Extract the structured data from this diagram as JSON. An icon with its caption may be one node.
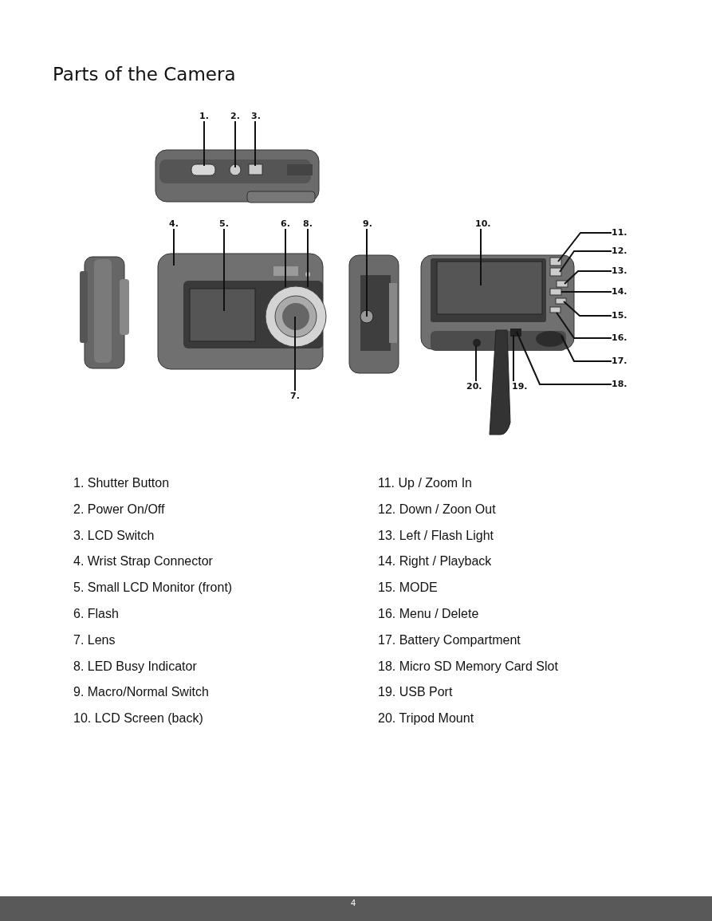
{
  "diagram": {
    "title": "Parts of the Camera",
    "nodes": [
      {
        "text": [
          "1."
        ]
      },
      {
        "text": [
          "2."
        ]
      },
      {
        "text": [
          "3."
        ]
      },
      {
        "text": [
          "4."
        ]
      },
      {
        "text": [
          "5."
        ]
      },
      {
        "text": [
          "6."
        ]
      },
      {
        "text": [
          "7."
        ]
      },
      {
        "text": [
          "8."
        ]
      },
      {
        "text": [
          "9."
        ]
      },
      {
        "text": [
          "10."
        ]
      },
      {
        "text": [
          "11."
        ]
      },
      {
        "text": [
          "12."
        ]
      },
      {
        "text": [
          "13."
        ]
      },
      {
        "text": [
          "14."
        ]
      },
      {
        "text": [
          "15."
        ]
      },
      {
        "text": [
          "16."
        ]
      },
      {
        "text": [
          "17."
        ]
      },
      {
        "text": [
          "18."
        ]
      },
      {
        "text": [
          "19."
        ]
      },
      {
        "text": [
          "20."
        ]
      }
    ],
    "edges": [
      {
        "from": 0,
        "to": null,
        "arrow": "none"
      },
      {
        "from": 1,
        "to": null,
        "arrow": "none"
      },
      {
        "from": 2,
        "to": null,
        "arrow": "none"
      },
      {
        "from": 3,
        "to": null,
        "arrow": "none"
      },
      {
        "from": 4,
        "to": null,
        "arrow": "none"
      },
      {
        "from": 5,
        "to": null,
        "arrow": "none"
      },
      {
        "from": 6,
        "to": null,
        "arrow": "none"
      },
      {
        "from": 7,
        "to": null,
        "arrow": "none"
      },
      {
        "from": 8,
        "to": null,
        "arrow": "none"
      },
      {
        "from": 9,
        "to": null,
        "arrow": "none"
      },
      {
        "from": 10,
        "to": null,
        "arrow": "none"
      },
      {
        "from": 11,
        "to": null,
        "arrow": "none"
      },
      {
        "from": 12,
        "to": null,
        "arrow": "none"
      },
      {
        "from": 13,
        "to": null,
        "arrow": "none"
      },
      {
        "from": 14,
        "to": null,
        "arrow": "none"
      },
      {
        "from": 15,
        "to": null,
        "arrow": "none"
      },
      {
        "from": 16,
        "to": null,
        "arrow": "none"
      },
      {
        "from": 17,
        "to": null,
        "arrow": "none"
      },
      {
        "from": 18,
        "to": null,
        "arrow": "none"
      },
      {
        "from": 19,
        "to": null,
        "arrow": "none"
      }
    ],
    "labels": [
      "1. Shutter Button",
      "2. Power On/Off",
      "3. LCD Switch",
      "4. Wrist Strap Connector",
      "5. Small LCD Monitor (front)",
      "6. Flash",
      "7. Lens",
      "8. LED Busy Indicator",
      "9. Macro/Normal Switch",
      "10. LCD Screen (back)",
      "11. Up / Zoom In",
      "12. Down / Zoon Out",
      "13. Left / Flash Light",
      "14. Right / Playback",
      "15. MODE",
      "16. Menu / Delete",
      "17. Battery Compartment",
      "18. Micro SD Memory Card Slot",
      "19. USB Port",
      "20. Tripod Mount",
      "4"
    ]
  }
}
